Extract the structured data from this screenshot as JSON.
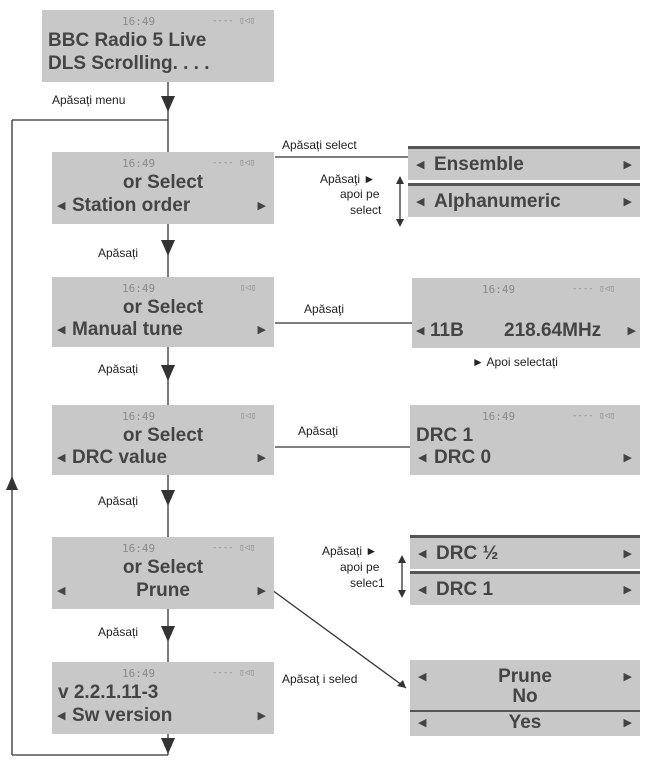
{
  "screens": {
    "start": {
      "clock": "16:49",
      "signal": "---- ▯◁▯",
      "line1": "BBC Radio 5 Live",
      "line2": "DLS Scrolling. . . ."
    },
    "station_order": {
      "clock": "16:49",
      "signal": "---- ▯◁▯",
      "line1": "or Select",
      "line2": "Station order"
    },
    "manual_tune": {
      "clock": "16:49",
      "signal": "▯◁▯",
      "line1": "or Select",
      "line2": "Manual tune"
    },
    "drc_value": {
      "clock": "16:49",
      "signal": "▯◁▯",
      "line1": "or Select",
      "line2": "DRC value"
    },
    "prune": {
      "clock": "16:49",
      "signal": "---- ▯◁▯",
      "line1": "or Select",
      "line2": "Prune"
    },
    "sw_version": {
      "clock": "16:49",
      "signal": "---- ▯◁▯",
      "line1": "v 2.2.1.11-3",
      "line2": "Sw version"
    }
  },
  "options": {
    "ensemble": "Ensemble",
    "alphanumeric": "Alphanumeric",
    "manual_tune": {
      "clock": "16:49",
      "signal": "---- ▯◁▯",
      "channel": "11B",
      "frequency": "218.64MHz"
    },
    "drc_result": {
      "clock": "16:49",
      "signal": "---- ▯◁▯",
      "line1": "DRC 1",
      "line2": "DRC 0"
    },
    "drc_half": "DRC ½",
    "drc_one": "DRC 1",
    "prune_confirm": {
      "title": "Prune",
      "no": "No",
      "yes": "Yes"
    }
  },
  "labels": {
    "press_menu": "Apăsați menu",
    "press_select": "Apăsați select",
    "press": "Apăsați",
    "press_arrow_1": "Apăsaţi ►",
    "then_on": "apoi pe",
    "select": "select",
    "press_arrow_2": "Apăsați ►",
    "then_on_2": "apoi pe",
    "select_2": "selec1",
    "then_select": "► Apoi selectați",
    "press_tune": "Apăsaţi",
    "press_drc": "Apăsaţi",
    "press_select_prune": "Apăsaţ i seled",
    "press_1": "Apăsați",
    "press_2": "Apăsați",
    "press_3": "Apăsați",
    "press_4": "Apăsați"
  },
  "arrow_glyphs": {
    "left": "◀",
    "right": "▶"
  }
}
